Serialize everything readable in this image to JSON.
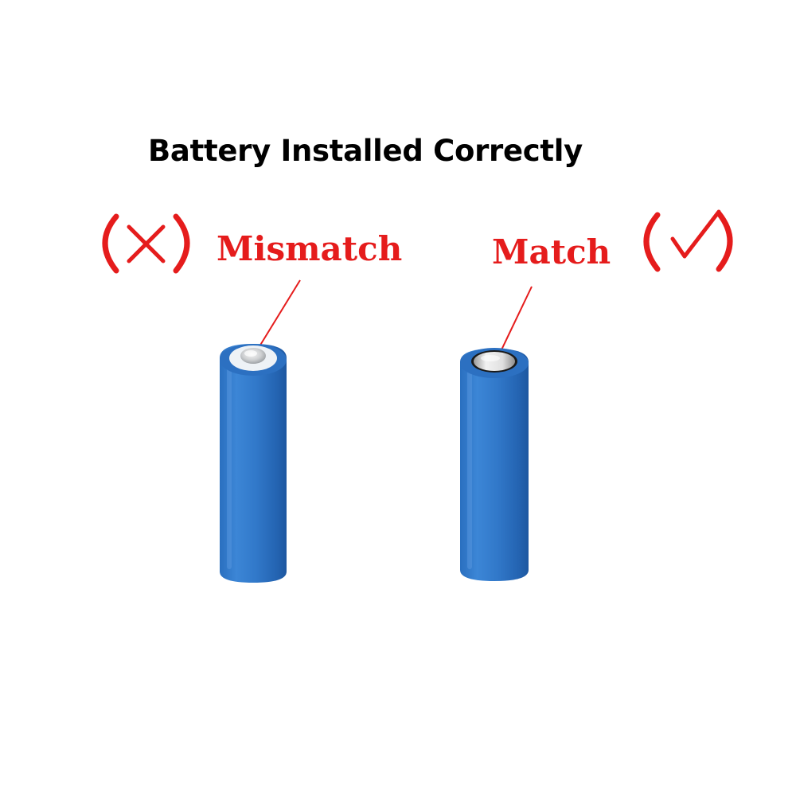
{
  "title": "Battery Installed Correctly",
  "left": {
    "label": "Mismatch",
    "mark": "cross-mark-icon"
  },
  "right": {
    "label": "Match",
    "mark": "check-mark-icon"
  },
  "colors": {
    "accent": "#e51c1c",
    "battery_body": "#2f78cc",
    "battery_highlight": "#5d9be2",
    "battery_shadow": "#1c5eaa",
    "cap_white": "#eef2f6",
    "terminal_metal": "#c9cbcd"
  }
}
